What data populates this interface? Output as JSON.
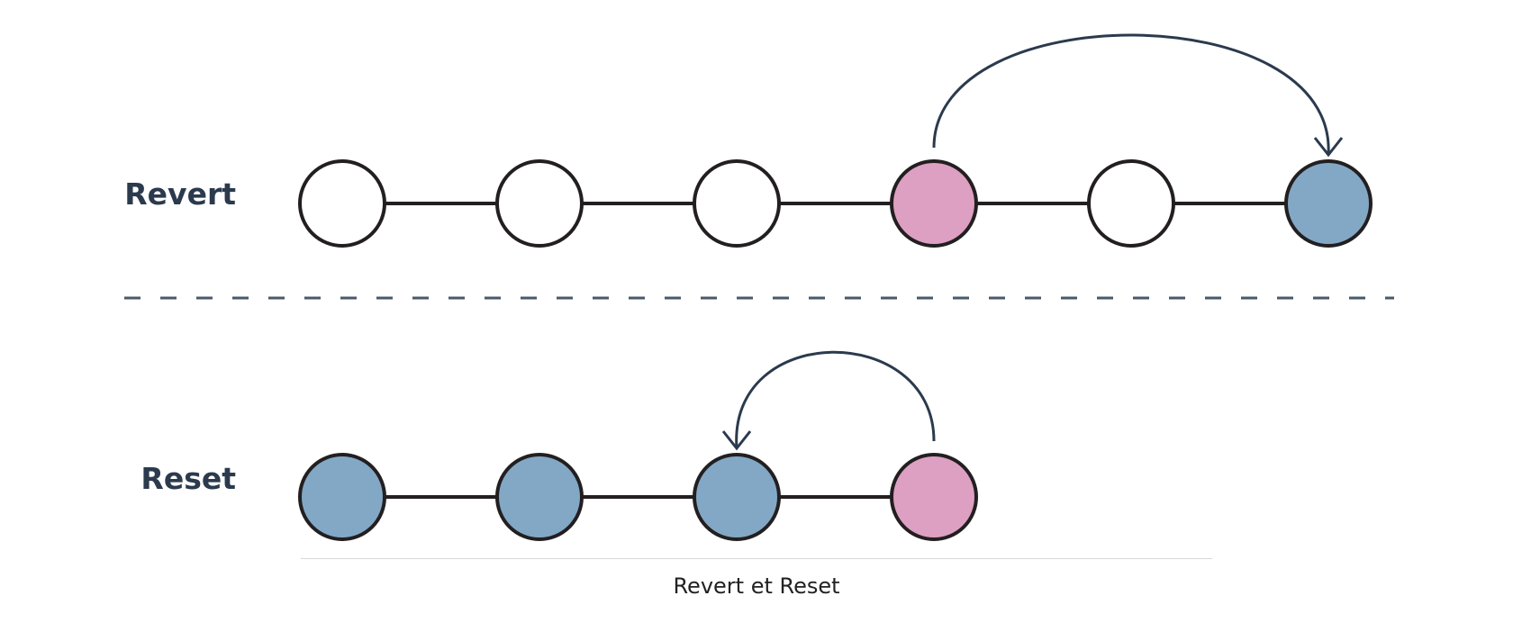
{
  "colors": {
    "empty_fill": "#ffffff",
    "pink": "#dda0c2",
    "blue": "#82a8c6",
    "stroke": "#231f20",
    "arrow": "#2b3a4d",
    "divider": "#4a5868"
  },
  "rows": [
    {
      "label": "Revert",
      "nodes": [
        "empty",
        "empty",
        "empty",
        "pink",
        "empty",
        "blue"
      ],
      "arrow": {
        "from": 3,
        "to": 5
      }
    },
    {
      "label": "Reset",
      "nodes": [
        "blue",
        "blue",
        "blue",
        "pink"
      ],
      "arrow": {
        "from": 3,
        "to": 2
      }
    }
  ],
  "caption": "Revert et Reset"
}
